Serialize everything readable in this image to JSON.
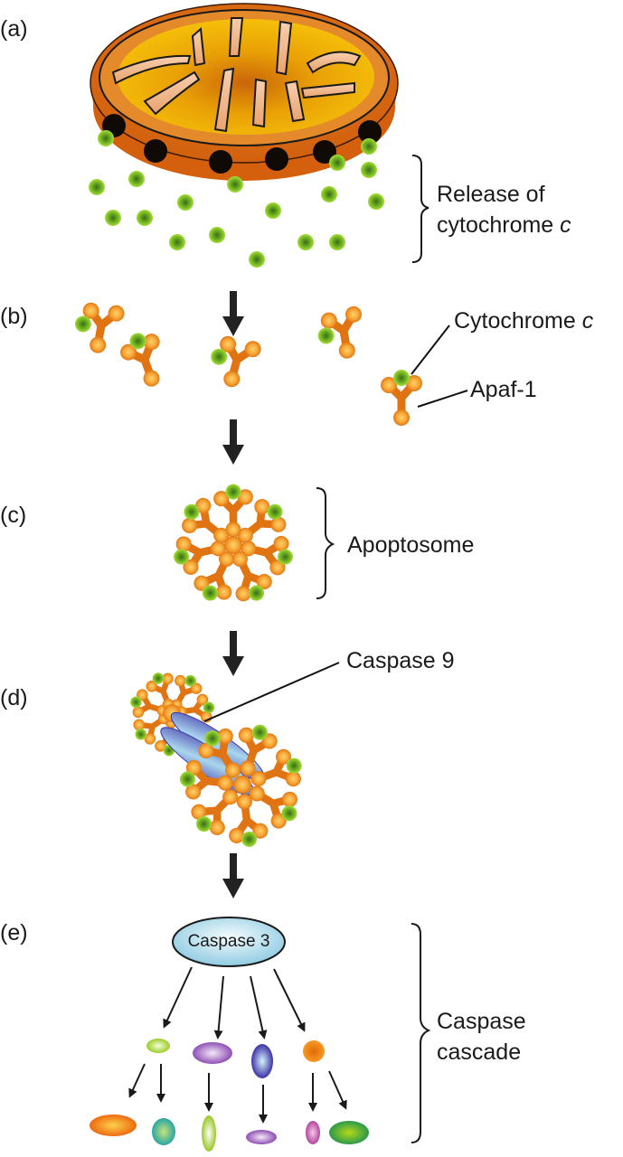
{
  "figure": {
    "panels": [
      {
        "id": "a",
        "label": "(a)",
        "annotation_line1": "Release of",
        "annotation_line2": "cytochrome",
        "annotation_italic": "c"
      },
      {
        "id": "b",
        "label": "(b)",
        "callout_cytochrome": "Cytochrome",
        "callout_cytochrome_italic": "c",
        "callout_apaf": "Apaf-1"
      },
      {
        "id": "c",
        "label": "(c)",
        "annotation": "Apoptosome"
      },
      {
        "id": "d",
        "label": "(d)",
        "callout": "Caspase 9"
      },
      {
        "id": "e",
        "label": "(e)",
        "node": "Caspase 3",
        "annotation_line1": "Caspase",
        "annotation_line2": "cascade"
      }
    ],
    "colors": {
      "mito_outer": "#d9650f",
      "mito_matrix": "#f2b807",
      "cristae": "#f5c4a0",
      "pore": "#111111",
      "cytochrome": "#7cc21e",
      "apaf": "#e07412",
      "apaf_head": "#f5a83a",
      "caspase9": "#5a55b8",
      "caspase3_fill": "#bfe3f0",
      "arrow": "#222222"
    },
    "cascade_products": {
      "level1": [
        "lime",
        "purple",
        "blue",
        "orange"
      ],
      "level2": [
        "orange",
        "teal",
        "lime",
        "purple",
        "magenta",
        "green"
      ]
    }
  }
}
